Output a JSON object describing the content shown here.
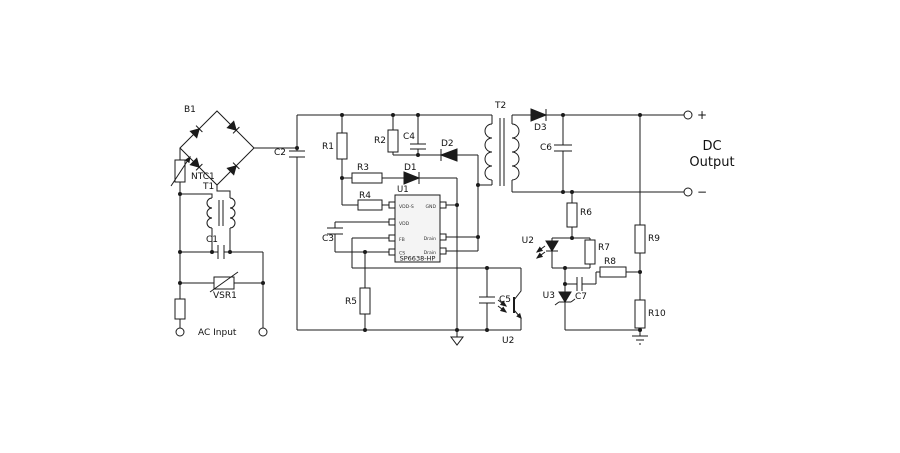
{
  "schematic": {
    "labels": {
      "b1": "B1",
      "ntc1": "NTC1",
      "t1": "T1",
      "c1": "C1",
      "vsr1": "VSR1",
      "ac_input": "AC Input",
      "c2": "C2",
      "r1": "R1",
      "r2": "R2",
      "c4": "C4",
      "d2": "D2",
      "d1": "D1",
      "r3": "R3",
      "r4": "R4",
      "c3": "C3",
      "r5": "R5",
      "c5": "C5",
      "u2_transistor": "U2",
      "u2_led": "U2",
      "t2": "T2",
      "d3": "D3",
      "c6": "C6",
      "r6": "R6",
      "r7": "R7",
      "r8": "R8",
      "c7": "C7",
      "u3": "U3",
      "r9": "R9",
      "r10": "R10"
    },
    "ic": {
      "designator": "U1",
      "part": "SP6638-HP",
      "pins_left": [
        "VDD-S",
        "VDD",
        "FB",
        "CS"
      ],
      "pins_right": [
        "GND",
        "Drain",
        "Drain"
      ]
    },
    "output": {
      "dc": "DC",
      "output": "Output",
      "plus": "+",
      "minus": "−"
    }
  }
}
